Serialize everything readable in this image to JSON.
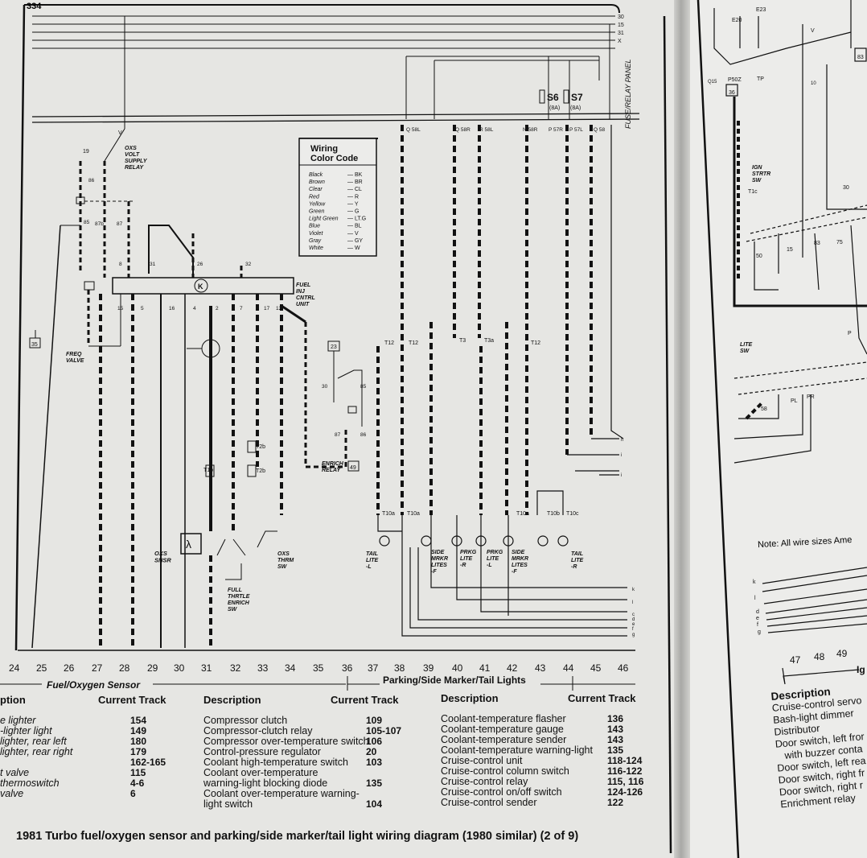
{
  "page_number": "334",
  "bus_labels": [
    "30",
    "15",
    "31",
    "X"
  ],
  "fuse_panel_label": "FUSE/RELAY PANEL",
  "fuses": [
    {
      "name": "S6",
      "rating": "(8A)"
    },
    {
      "name": "S7",
      "rating": "(8A)"
    }
  ],
  "wire_tags": [
    "Q 58L",
    "Q 58R",
    "R 58L",
    "N 58R",
    "P 57R",
    "P 57L",
    "Q 58"
  ],
  "color_code": {
    "title_line1": "Wiring",
    "title_line2": "Color Code",
    "entries": [
      {
        "color": "Black",
        "code": "— BK"
      },
      {
        "color": "Brown",
        "code": "— BR"
      },
      {
        "color": "Clear",
        "code": "— CL"
      },
      {
        "color": "Red",
        "code": "— R"
      },
      {
        "color": "Yellow",
        "code": "— Y"
      },
      {
        "color": "Green",
        "code": "— G"
      },
      {
        "color": "Light Green",
        "code": "— LT.G"
      },
      {
        "color": "Blue",
        "code": "— BL"
      },
      {
        "color": "Violet",
        "code": "— V"
      },
      {
        "color": "Gray",
        "code": "— GY"
      },
      {
        "color": "White",
        "code": "— W"
      }
    ]
  },
  "components": {
    "oxs_relay": "OXS VOLT SUPPLY RELAY",
    "fuel_unit": "FUEL INJ CNTRL UNIT",
    "fuel_unit_symbol": "K",
    "freq_valve": "FREQ VALVE",
    "oxs_sensor": "OXS SNSR",
    "oxs_sensor_symbol": "λ",
    "full_throttle": "FULL THRTLE ENRICH SW",
    "oxs_thrm": "OXS THRM SW",
    "enrich_relay": "ENRICH RELAY",
    "tail_lite_l": "TAIL LITE -L",
    "side_mrkr_f1": "SIDE MRKR LITES -F",
    "prkg_r": "PRKG LITE -R",
    "prkg_l": "PRKG LITE -L",
    "side_mrkr_f2": "SIDE MRKR LITES -F",
    "tail_lite_r": "TAIL LITE -R",
    "ref_19": "19",
    "ref_35": "35",
    "ref_23": "23",
    "ref_49": "49",
    "pins": [
      "86",
      "85",
      "87b",
      "87",
      "8",
      "31",
      "26",
      "32",
      "15",
      "5",
      "16",
      "4",
      "2",
      "7",
      "17",
      "12",
      "30",
      "85",
      "87",
      "86"
    ],
    "connectors": [
      "T1b",
      "T2b",
      "T2b",
      "T12",
      "T12",
      "T3",
      "T3a",
      "T12",
      "T10a",
      "T10a",
      "T10a",
      "T10b",
      "T10c"
    ],
    "line_refs": [
      "h",
      "i",
      "i",
      "k",
      "l",
      "c",
      "d",
      "e",
      "f",
      "g"
    ],
    "v_label": "V"
  },
  "tracks": [
    "24",
    "25",
    "26",
    "27",
    "28",
    "29",
    "30",
    "31",
    "32",
    "33",
    "34",
    "35",
    "36",
    "37",
    "38",
    "39",
    "40",
    "41",
    "42",
    "43",
    "44",
    "45",
    "46"
  ],
  "sections": {
    "fuel": "Fuel/Oxygen Sensor",
    "parking": "Parking/Side Marker/Tail Lights"
  },
  "tables": [
    {
      "header_desc": "ption",
      "header_track": "Current Track",
      "rows": [
        {
          "desc": "e lighter",
          "track": "154"
        },
        {
          "desc": "-lighter light",
          "track": "149"
        },
        {
          "desc": "lighter, rear left",
          "track": "180"
        },
        {
          "desc": "lighter, rear right",
          "track": "179"
        },
        {
          "desc": "",
          "track": "162-165"
        },
        {
          "desc": "t valve",
          "track": "115"
        },
        {
          "desc": "thermoswitch",
          "track": "4-6"
        },
        {
          "desc": "valve",
          "track": "6"
        }
      ]
    },
    {
      "header_desc": "Description",
      "header_track": "Current Track",
      "rows": [
        {
          "desc": "Compressor clutch",
          "track": "109"
        },
        {
          "desc": "Compressor-clutch relay",
          "track": "105-107"
        },
        {
          "desc": "Compressor over-temperature switch",
          "track": "106"
        },
        {
          "desc": "Control-pressure regulator",
          "track": "20"
        },
        {
          "desc": "Coolant high-temperature switch",
          "track": "103"
        },
        {
          "desc": "Coolant over-temperature",
          "track": ""
        },
        {
          "desc": "   warning-light blocking diode",
          "track": "135"
        },
        {
          "desc": "Coolant over-temperature warning-",
          "track": ""
        },
        {
          "desc": "   light switch",
          "track": "104"
        }
      ]
    },
    {
      "header_desc": "Description",
      "header_track": "Current Track",
      "rows": [
        {
          "desc": "Coolant-temperature flasher",
          "track": "136"
        },
        {
          "desc": "Coolant-temperature gauge",
          "track": "143"
        },
        {
          "desc": "Coolant-temperature sender",
          "track": "143"
        },
        {
          "desc": "Coolant-temperature warning-light",
          "track": "135"
        },
        {
          "desc": "Cruise-control unit",
          "track": "118-124"
        },
        {
          "desc": "Cruise-control column switch",
          "track": "116-122"
        },
        {
          "desc": "Cruise-control relay",
          "track": "115, 116"
        },
        {
          "desc": "Cruise-control on/off switch",
          "track": "124-126"
        },
        {
          "desc": "Cruise-control sender",
          "track": "122"
        }
      ]
    }
  ],
  "caption": "1981 Turbo fuel/oxygen sensor and parking/side marker/tail light wiring diagram (1980 similar) (2 of 9)",
  "right_page": {
    "labels": [
      "E20",
      "E23",
      "P50Z",
      "TP",
      "36",
      "83",
      "Q15",
      "T1c",
      "IGN STRTR SW",
      "30",
      "50",
      "15",
      "83",
      "75",
      "LITE SW",
      "58",
      "PL",
      "PR",
      "P",
      "V",
      "10"
    ],
    "note": "Note: All wire sizes Ame",
    "line_refs": [
      "k",
      "l",
      "d",
      "e",
      "f",
      "g"
    ],
    "tracks": [
      "47",
      "48",
      "49"
    ],
    "section": "Ig",
    "desc_header": "Description",
    "desc_rows": [
      "Cruise-control servo",
      "Bash-light dimmer",
      "Distributor",
      "Door switch, left fror",
      "   with buzzer conta",
      "Door switch, left rea",
      "Door switch, right fr",
      "Door switch, right r",
      "Enrichment relay"
    ]
  }
}
